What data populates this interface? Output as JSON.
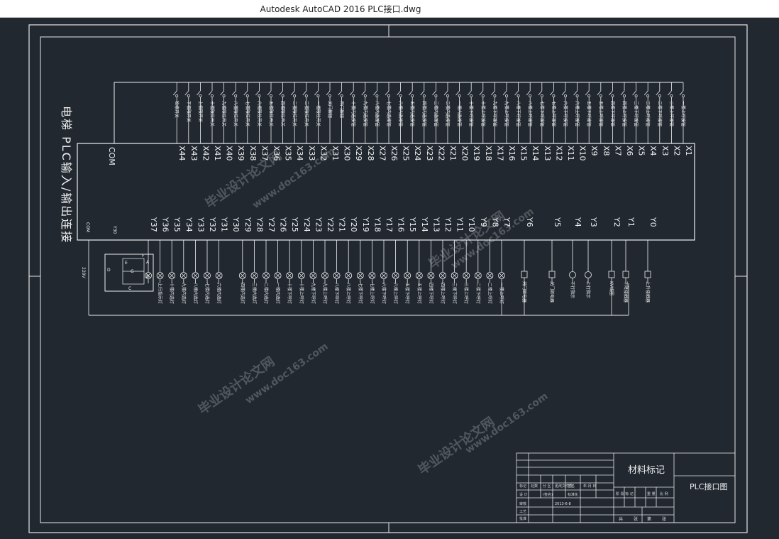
{
  "window": {
    "title": "Autodesk AutoCAD 2016     PLC接口.dwg"
  },
  "drawing": {
    "side_title": "电梯 PLC输入/输出连接",
    "com_in": "COM",
    "com_out": "COM",
    "y30": "Y30",
    "supply": "220V",
    "inputs": [
      "X1",
      "X2",
      "X3",
      "X4",
      "X5",
      "X6",
      "X7",
      "X8",
      "X9",
      "X10",
      "X11",
      "X12",
      "X13",
      "X14",
      "X15",
      "X16",
      "X17",
      "X18",
      "X19",
      "X20",
      "X21",
      "X22",
      "X23",
      "X24",
      "X25",
      "X26",
      "X27",
      "X28",
      "X29",
      "X30",
      "X31",
      "X32",
      "X33",
      "X34",
      "X35",
      "X36",
      "X37",
      "X38",
      "X39",
      "X40",
      "X41",
      "X42",
      "X43",
      "X44"
    ],
    "outputs_right": [
      "Y0",
      "Y1",
      "Y2",
      "Y3",
      "Y4",
      "Y5",
      "Y6"
    ],
    "outputs_left": [
      "Y7",
      "Y8",
      "Y9",
      "Y10",
      "Y11",
      "Y12",
      "Y13",
      "Y14",
      "Y15",
      "Y16",
      "Y17",
      "Y18",
      "Y19",
      "Y20",
      "Y21",
      "Y22",
      "Y23",
      "Y24",
      "Y25",
      "Y26",
      "Y27",
      "Y28",
      "Y29",
      "Y30",
      "Y31",
      "Y32",
      "Y33",
      "Y34",
      "Y35",
      "Y36",
      "Y37"
    ],
    "display_segments": [
      "A",
      "B",
      "C",
      "D",
      "E",
      "F",
      "G"
    ],
    "input_labels": [
      "一楼上呼按钮",
      "二楼上呼按钮",
      "二楼下呼按钮",
      "三楼上呼按钮",
      "三楼下呼按钮",
      "四楼上呼按钮",
      "四楼下呼按钮",
      "五楼上呼按钮",
      "五楼下呼按钮",
      "六楼上呼按钮",
      "六楼下呼按钮",
      "七楼上呼按钮",
      "七楼下呼按钮",
      "八楼上呼按钮",
      "八楼下呼按钮",
      "九楼上呼按钮",
      "九楼下呼按钮",
      "十楼上呼按钮",
      "十楼下呼按钮",
      "一楼内选按钮",
      "二楼内选按钮",
      "三楼内选按钮",
      "四楼内选按钮",
      "五楼内选按钮",
      "六楼内选按钮",
      "七楼内选按钮",
      "八楼内选按钮",
      "九楼内选按钮",
      "十楼内选按钮",
      "开门按钮",
      "关门按钮",
      "一楼限位开关",
      "二楼限位开关",
      "三楼限位开关",
      "四楼限位开关",
      "五楼限位开关",
      "六楼限位开关",
      "七楼限位开关",
      "八楼限位开关",
      "九楼限位开关",
      "十楼限位开关",
      "上极限开关",
      "下极限开关",
      "检修开关"
    ],
    "output_labels_left": [
      "一楼上呼灯",
      "二楼上呼灯",
      "二楼下呼灯",
      "三楼上呼灯",
      "三楼下呼灯",
      "四楼上呼灯",
      "四楼下呼灯",
      "五楼上呼灯",
      "五楼下呼灯",
      "六楼上呼灯",
      "六楼下呼灯",
      "七楼上呼灯",
      "七楼下呼灯",
      "八楼上呼灯",
      "八楼下呼灯",
      "九楼上呼灯",
      "九楼下呼灯",
      "十楼上呼灯",
      "十楼下呼灯",
      "一楼内选灯",
      "二楼内选灯",
      "三楼内选灯",
      "四楼内选灯",
      "五楼内选灯",
      "六楼内选灯",
      "七楼内选灯",
      "八楼内选灯",
      "九楼内选灯",
      "十楼内选灯",
      "上行指示灯"
    ],
    "output_labels_right": [
      "上升接触器",
      "下降接触器",
      "KV线圈",
      "上行指示",
      "下行指示",
      "关门继电器",
      "开门继电器"
    ],
    "watermark": [
      "毕业设计论文网",
      "www.doc163.com"
    ],
    "title_block": {
      "material": "材料标记",
      "drawing_name": "PLC接口图",
      "date": "2013-6-8",
      "bottom": [
        "共",
        "张",
        "第",
        "张"
      ]
    }
  }
}
